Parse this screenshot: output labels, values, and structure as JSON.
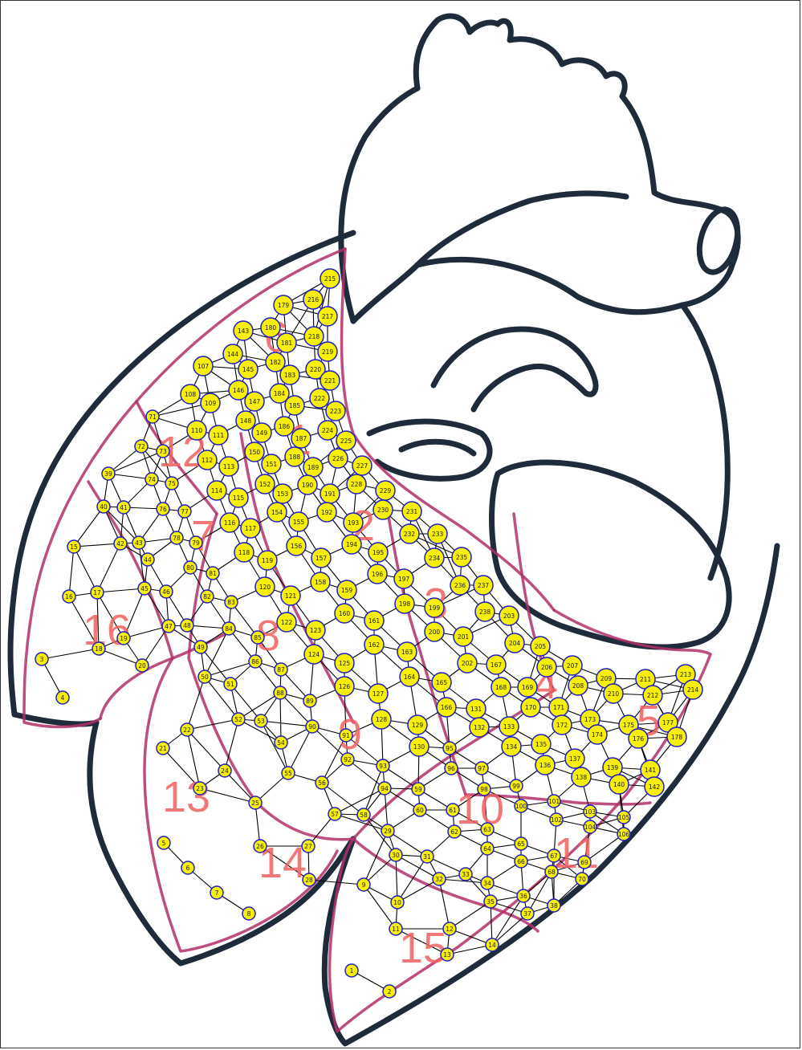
{
  "diagram": {
    "regions": [
      "1",
      "2",
      "3",
      "4",
      "5",
      "6",
      "7",
      "8",
      "9",
      "10",
      "11",
      "12",
      "13",
      "14",
      "15",
      "16"
    ],
    "nodes": [
      "1",
      "2",
      "3",
      "4",
      "5",
      "6",
      "7",
      "8",
      "9",
      "10",
      "11",
      "12",
      "13",
      "14",
      "15",
      "16",
      "17",
      "18",
      "19",
      "20",
      "21",
      "22",
      "23",
      "24",
      "25",
      "26",
      "27",
      "28",
      "29",
      "30",
      "31",
      "32",
      "33",
      "34",
      "35",
      "36",
      "37",
      "38",
      "39",
      "40",
      "41",
      "42",
      "43",
      "44",
      "45",
      "46",
      "47",
      "48",
      "49",
      "50",
      "51",
      "52",
      "53",
      "54",
      "55",
      "56",
      "57",
      "58",
      "59",
      "60",
      "61",
      "62",
      "63",
      "64",
      "65",
      "66",
      "67",
      "68",
      "69",
      "70",
      "71",
      "72",
      "73",
      "74",
      "75",
      "76",
      "77",
      "78",
      "79",
      "80",
      "81",
      "82",
      "83",
      "84",
      "85",
      "86",
      "87",
      "88",
      "89",
      "90",
      "91",
      "92",
      "93",
      "94",
      "95",
      "96",
      "97",
      "98",
      "99",
      "100",
      "101",
      "102",
      "103",
      "104",
      "105",
      "106",
      "107",
      "108",
      "109",
      "110",
      "111",
      "112",
      "113",
      "114",
      "115",
      "116",
      "117",
      "118",
      "119",
      "120",
      "121",
      "122",
      "123",
      "124",
      "125",
      "126",
      "127",
      "128",
      "129",
      "130",
      "131",
      "132",
      "133",
      "134",
      "135",
      "136",
      "137",
      "138",
      "139",
      "140",
      "141",
      "142",
      "143",
      "144",
      "145",
      "146",
      "147",
      "148",
      "149",
      "150",
      "151",
      "152",
      "153",
      "154",
      "155",
      "156",
      "157",
      "158",
      "159",
      "160",
      "161",
      "162",
      "163",
      "164",
      "165",
      "166",
      "167",
      "168",
      "169",
      "170",
      "171",
      "172",
      "173",
      "174",
      "175",
      "176",
      "177",
      "178",
      "179",
      "180",
      "181",
      "182",
      "183",
      "184",
      "185",
      "186",
      "187",
      "188",
      "189",
      "190",
      "191",
      "192",
      "193",
      "194",
      "195",
      "196",
      "197",
      "198",
      "199",
      "200",
      "201",
      "202",
      "203",
      "204",
      "205",
      "206",
      "207",
      "208",
      "209",
      "210",
      "211",
      "212",
      "213",
      "214",
      "215",
      "216",
      "217",
      "218",
      "219",
      "220",
      "221",
      "222",
      "223",
      "224",
      "225",
      "226",
      "227",
      "228",
      "229",
      "230",
      "231",
      "232",
      "233",
      "234",
      "235",
      "236",
      "237",
      "238"
    ],
    "colors": {
      "outline": "#1e2b3a",
      "segment_line": "#b0306a",
      "node_fill": "#f7f000",
      "node_stroke": "#1f1fbf",
      "region_label": "#f05f5f",
      "mesh": "#000000"
    }
  }
}
